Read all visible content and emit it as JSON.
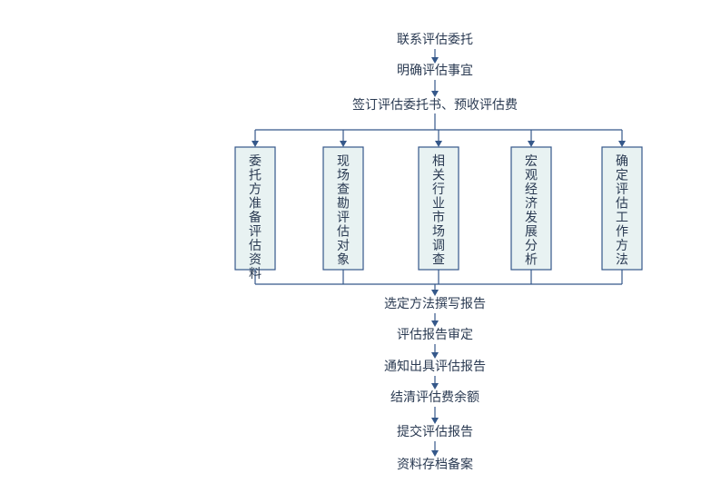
{
  "flowchart": {
    "top_steps": [
      "联系评估委托",
      "明确评估事宜",
      "签订评估委托书、预收评估费"
    ],
    "parallel_tasks": [
      "委托方准备评估资料",
      "现场查勘评估对象",
      "相关行业市场调查",
      "宏观经济发展分析",
      "确定评估工作方法"
    ],
    "bottom_steps": [
      "选定方法撰写报告",
      "评估报告审定",
      "通知出具评估报告",
      "结清评估费余额",
      "提交评估报告",
      "资料存档备案"
    ],
    "colors": {
      "line": "#35588a",
      "box_fill": "#e8f2f2",
      "text": "#2a3a52"
    }
  }
}
